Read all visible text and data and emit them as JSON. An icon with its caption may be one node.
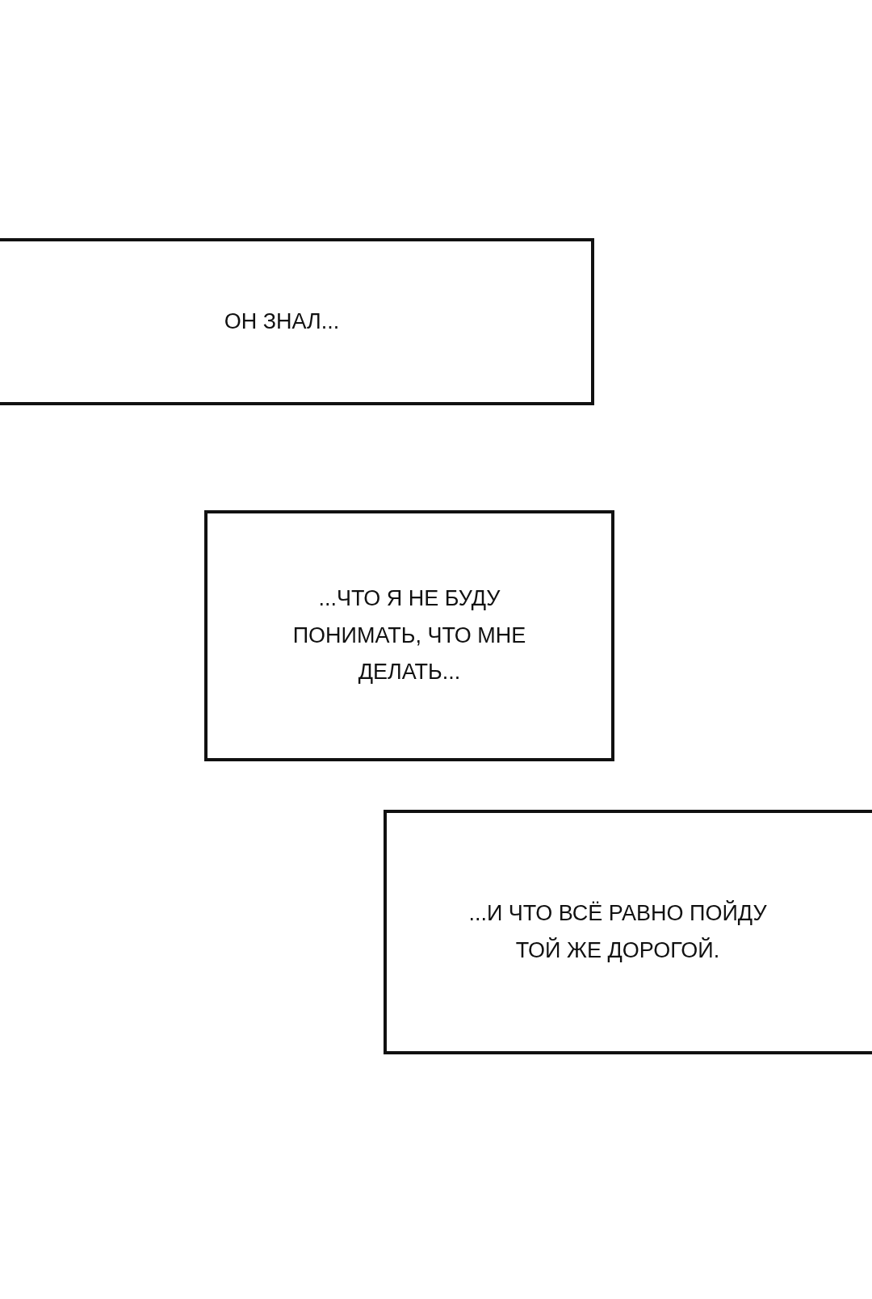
{
  "diagram": {
    "nodes": [
      {
        "text": [
          "ОН ЗНАЛ..."
        ]
      },
      {
        "text": [
          "...ЧТО Я НЕ БУДУ ПОНИМАТЬ, ЧТО МНЕ ДЕЛАТЬ..."
        ]
      },
      {
        "text": [
          "...И ЧТО ВСЁ РАВНО ПОЙДУ ТОЙ ЖЕ ДОРОГОЙ."
        ]
      }
    ],
    "edges": []
  }
}
